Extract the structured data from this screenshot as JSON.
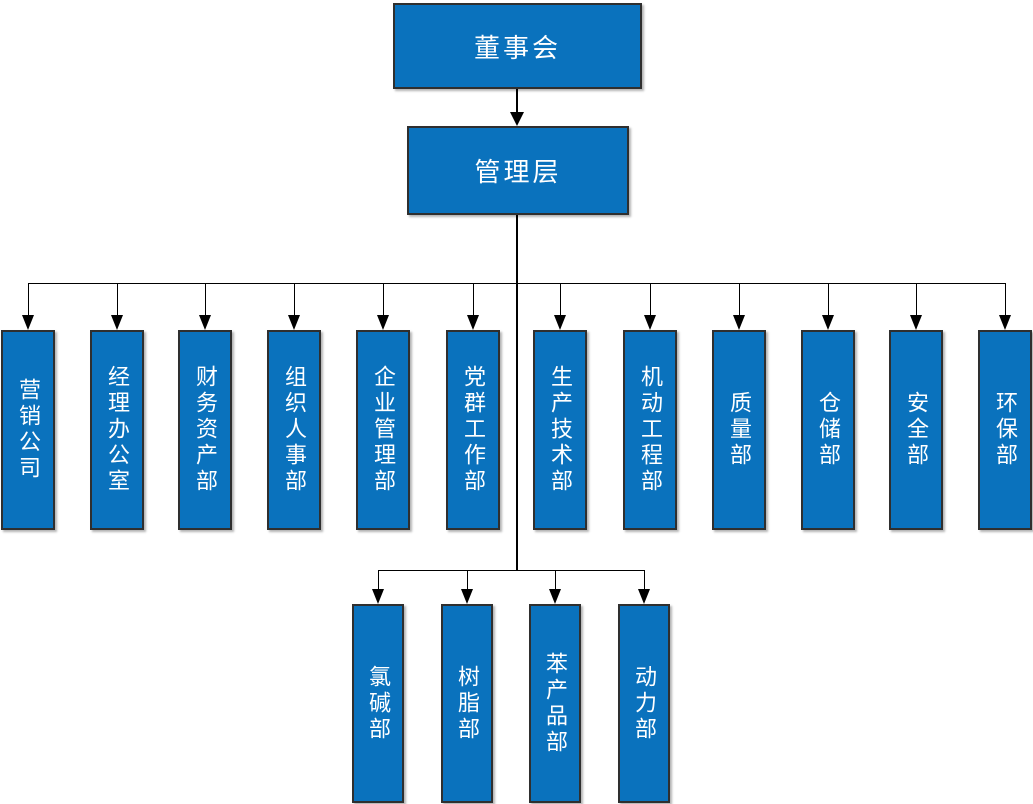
{
  "org_chart": {
    "root": {
      "label": "董事会"
    },
    "management": {
      "label": "管理层"
    },
    "departments": [
      {
        "label": "营销公司"
      },
      {
        "label": "经理办公室"
      },
      {
        "label": "财务资产部"
      },
      {
        "label": "组织人事部"
      },
      {
        "label": "企业管理部"
      },
      {
        "label": "党群工作部"
      },
      {
        "label": "生产技术部"
      },
      {
        "label": "机动工程部"
      },
      {
        "label": "质量部"
      },
      {
        "label": "仓储部"
      },
      {
        "label": "安全部"
      },
      {
        "label": "环保部"
      }
    ],
    "sub_departments": [
      {
        "label": "氯碱部"
      },
      {
        "label": "树脂部"
      },
      {
        "label": "苯产品部"
      },
      {
        "label": "动力部"
      }
    ],
    "colors": {
      "box_fill": "#0a72bd",
      "box_border": "#2f2f2f",
      "text": "#ffffff",
      "line": "#000000"
    }
  }
}
